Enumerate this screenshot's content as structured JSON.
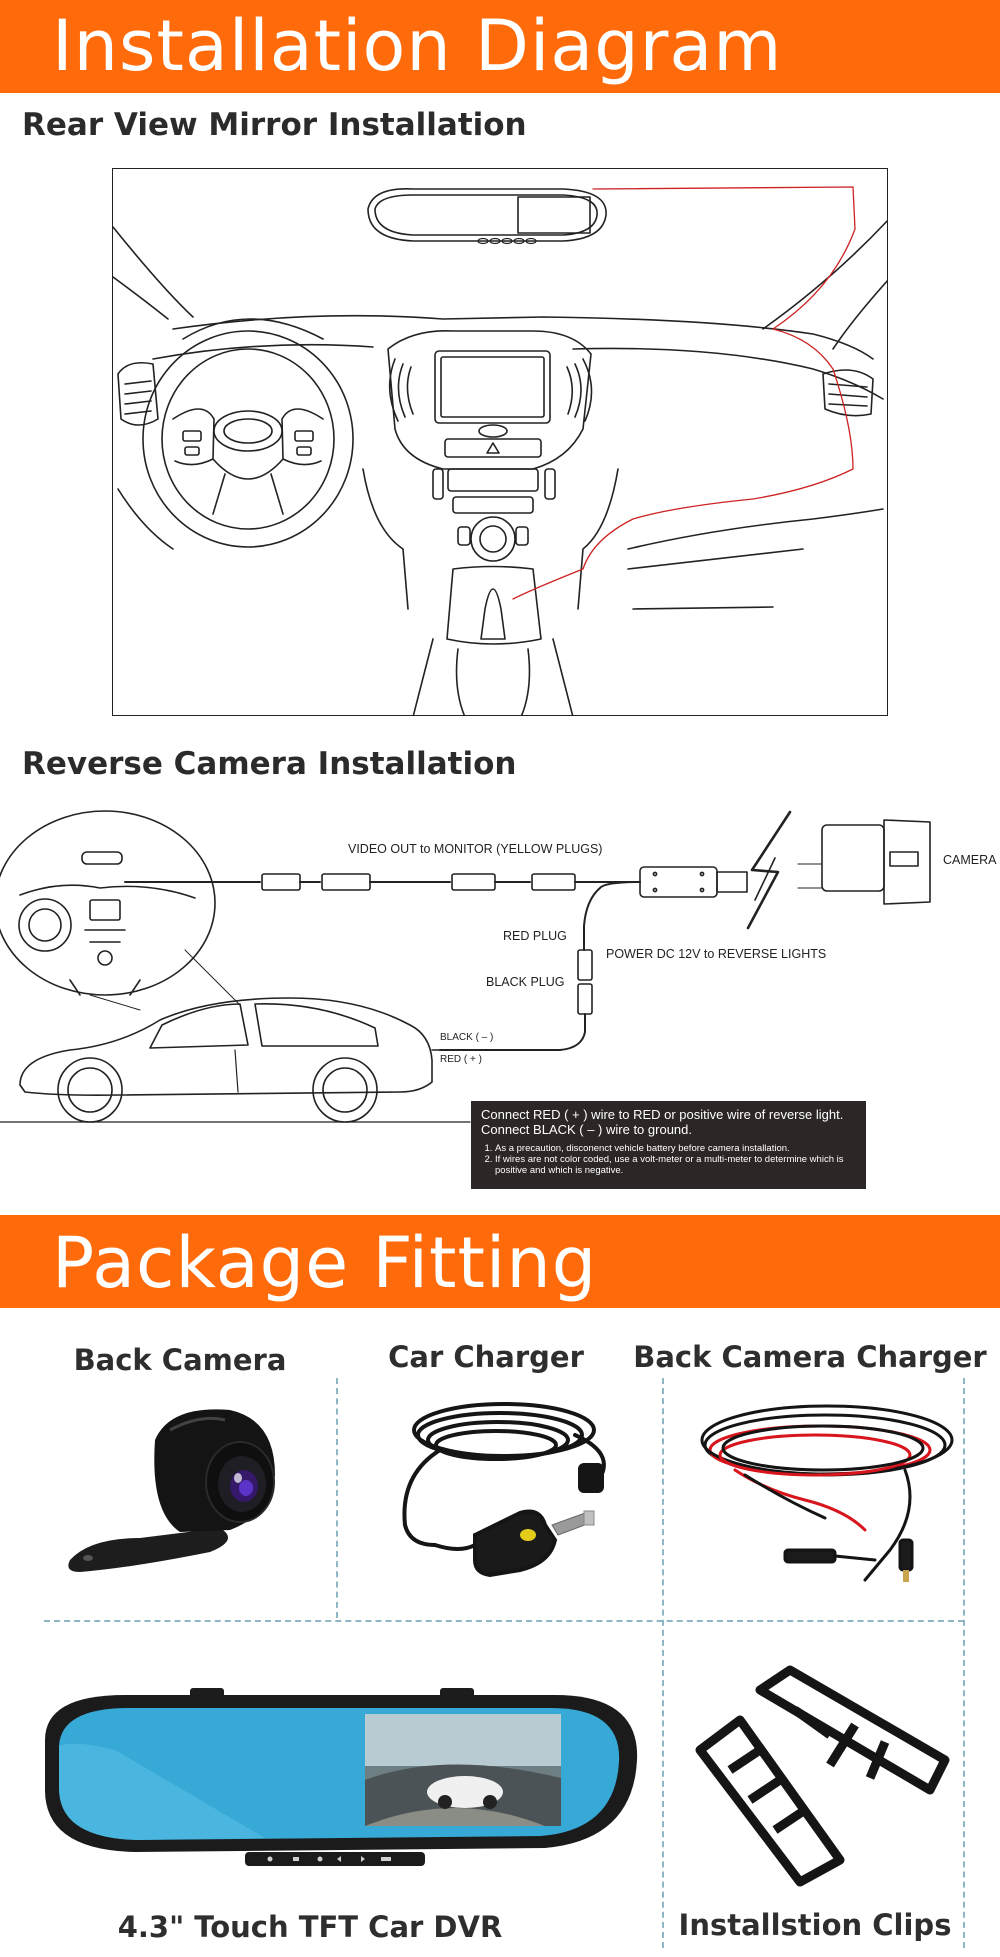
{
  "installation_banner": {
    "title": "Installation Diagram"
  },
  "rear_view_section": {
    "heading": "Rear View Mirror Installation"
  },
  "reverse_camera_section": {
    "heading": "Reverse Camera Installation",
    "labels": {
      "video_out": "VIDEO OUT to MONITOR (YELLOW PLUGS)",
      "camera": "CAMERA",
      "red_plug": "RED PLUG",
      "power": "POWER DC 12V to REVERSE LIGHTS",
      "black_plug": "BLACK PLUG",
      "black_wire": "BLACK ( – )",
      "red_wire": "RED ( + )"
    },
    "note": {
      "main": "Connect RED ( + ) wire to RED or positive wire of reverse light. Connect BLACK ( – ) wire to ground.",
      "items": [
        "As a precaution, disconenct vehicle battery before camera installation.",
        "If wires are not color coded, use a volt-meter or a multi-meter to determine which is positive and which is negative."
      ]
    }
  },
  "package_banner": {
    "title": "Package Fitting"
  },
  "package_items": {
    "back_camera": "Back Camera",
    "car_charger": "Car Charger",
    "back_camera_charger": "Back Camera Charger",
    "car_dvr": "4.3\" Touch TFT Car DVR",
    "installation_clips": "Installstion Clips"
  },
  "colors": {
    "banner": "#ff6a0a",
    "note_background": "#2d2626",
    "routing_wire": "#cc2222",
    "mirror_screen": "#3fb2dc",
    "divider": "#8fb6c4"
  }
}
